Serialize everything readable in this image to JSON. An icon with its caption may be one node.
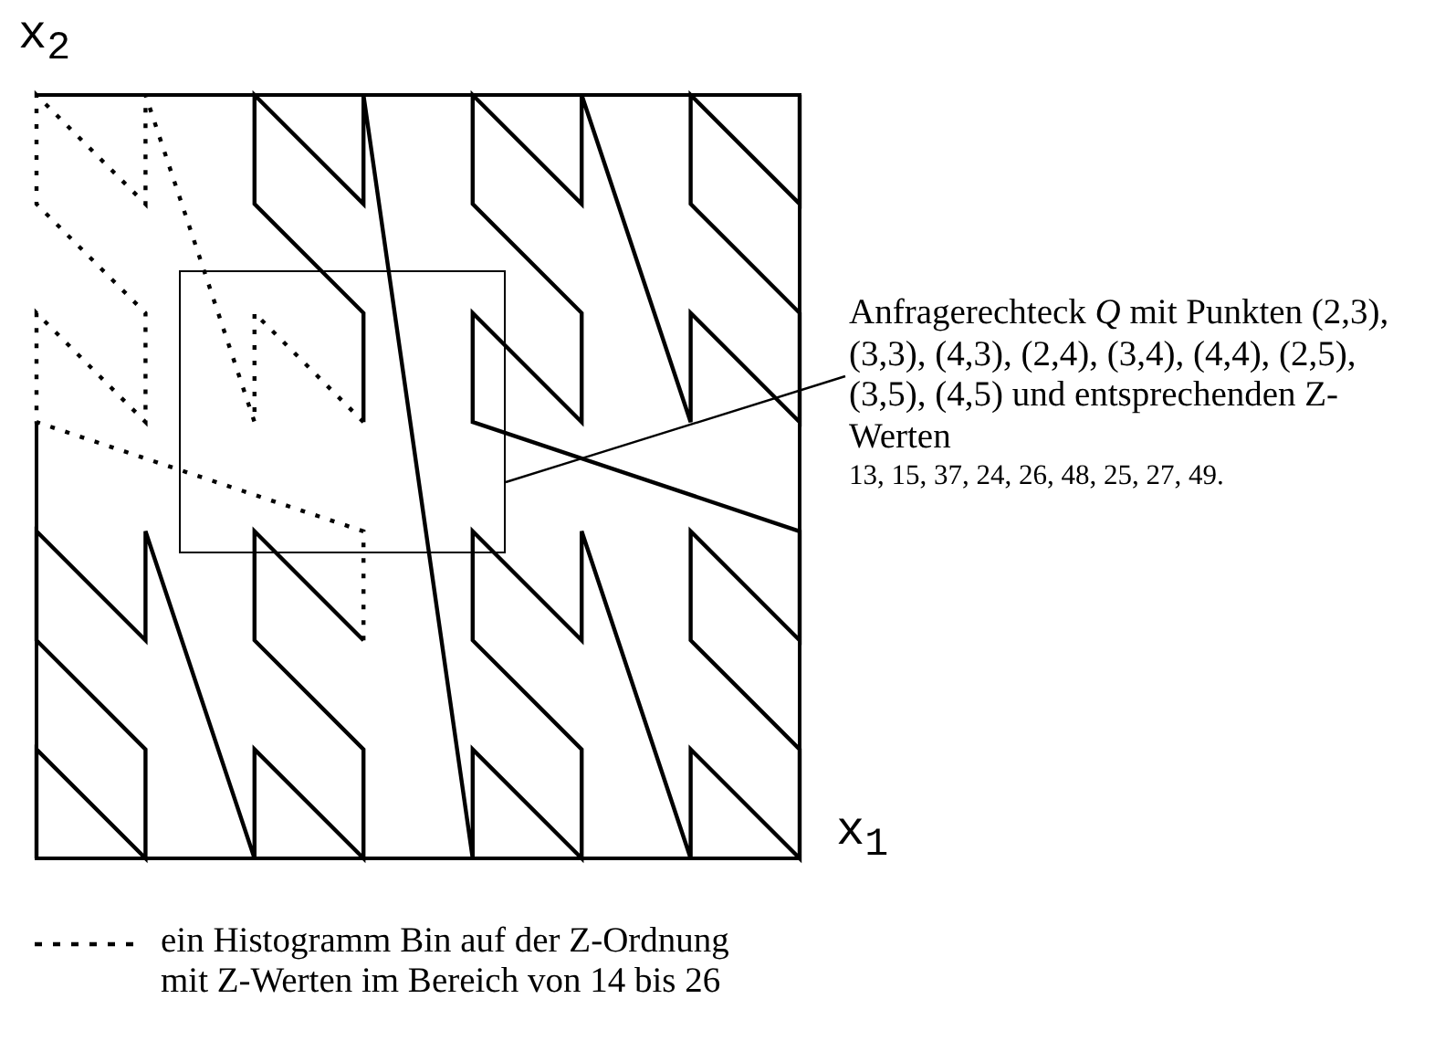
{
  "diagram": {
    "nodes": [
      {
        "text": [],
        "shape": "box"
      },
      {
        "text": [
          "Anfragerechteck *Q* mit Punkten (2,3), (3,3), (4,3), (2,4), (3,4), (4,4), (2,5), (3,5), (4,5) und entsprechenden Z-Werten",
          "13, 15, 37, 24, 26, 48, 25, 27, 49."
        ]
      }
    ],
    "edges": [
      {
        "from": 1,
        "to": 0,
        "arrow": "none"
      }
    ],
    "labels": [
      "x$_{2}$",
      "x$_{1}$"
    ],
    "legend": [
      {
        "text": "ein Histogramm Bin auf der Z-Ordnung mit Z-Werten im Bereich von 14 bis 26"
      }
    ]
  }
}
